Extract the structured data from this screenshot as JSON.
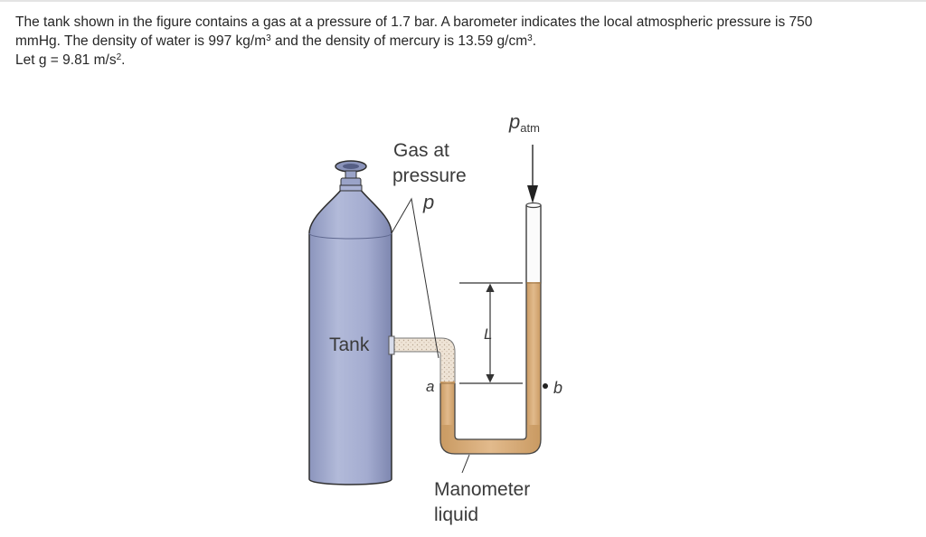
{
  "problem": {
    "line1": "The tank shown in the figure contains a gas at a pressure of 1.7 bar. A barometer indicates the local atmospheric pressure is 750",
    "line2a": "mmHg. The density of water is 997 kg/m",
    "line2b": " and the density of mercury is 13.59 g/cm",
    "line2c": ".",
    "line3a": "Let g = 9.81 m/s",
    "line3b": ".",
    "sup3": "3",
    "sup2": "2"
  },
  "figure": {
    "gas_label_line1": "Gas at",
    "gas_label_line2": "pressure",
    "p_label": "p",
    "patm_main": "p",
    "patm_sub": "atm",
    "tank_label": "Tank",
    "l_label": "L",
    "a_label": "a",
    "b_label": "b",
    "manometer_line1": "Manometer",
    "manometer_line2": "liquid",
    "colors": {
      "tank": "#a7b0d3",
      "tank_shadow": "#6f78a3",
      "manometer_liquid": "#d9ad7c",
      "manometer_liquid_dark": "#b8884f",
      "line": "#333333"
    }
  }
}
